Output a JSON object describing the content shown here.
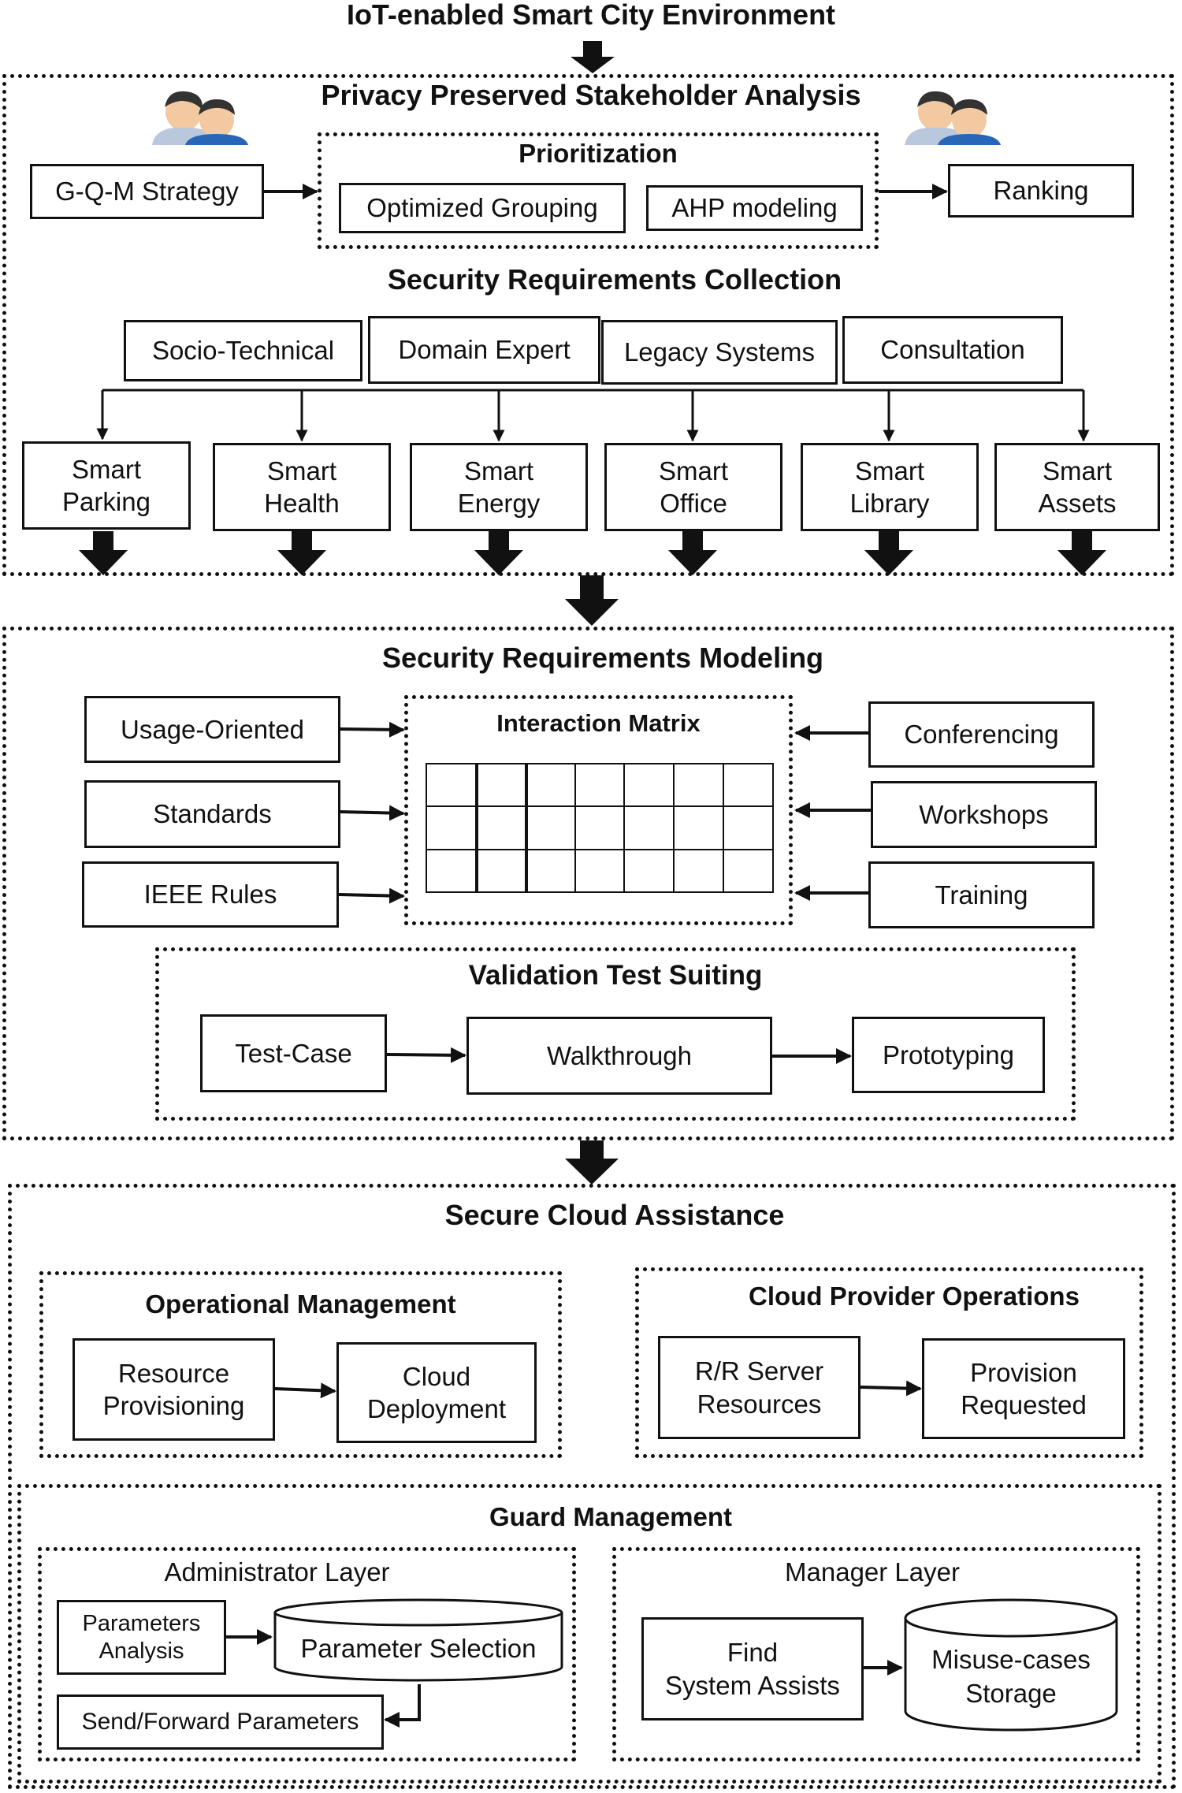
{
  "header": {
    "title": "IoT-enabled Smart City Environment"
  },
  "privacy": {
    "title": "Privacy Preserved Stakeholder Analysis",
    "strategy": "G-Q-M Strategy",
    "prioritization": {
      "title": "Prioritization",
      "items": [
        "Optimized Grouping",
        "AHP modeling"
      ]
    },
    "ranking": "Ranking",
    "collection": {
      "title": "Security Requirements Collection",
      "sources": [
        "Socio-Technical",
        "Domain Expert",
        "Legacy Systems",
        "Consultation"
      ],
      "domains": [
        {
          "line1": "Smart",
          "line2": "Parking"
        },
        {
          "line1": "Smart",
          "line2": "Health"
        },
        {
          "line1": "Smart",
          "line2": "Energy"
        },
        {
          "line1": "Smart",
          "line2": "Office"
        },
        {
          "line1": "Smart",
          "line2": "Library"
        },
        {
          "line1": "Smart",
          "line2": "Assets"
        }
      ]
    }
  },
  "modeling": {
    "title": "Security Requirements Modeling",
    "left_inputs": [
      "Usage-Oriented",
      "Standards",
      "IEEE Rules"
    ],
    "matrix": {
      "title": "Interaction Matrix",
      "rows": 3,
      "cols": 7
    },
    "right_inputs": [
      "Conferencing",
      "Workshops",
      "Training"
    ],
    "validation": {
      "title": "Validation Test Suiting",
      "steps": [
        "Test-Case",
        "Walkthrough",
        "Prototyping"
      ]
    }
  },
  "cloud": {
    "title": "Secure Cloud Assistance",
    "operational": {
      "title": "Operational Management",
      "from": {
        "line1": "Resource",
        "line2": "Provisioning"
      },
      "to": {
        "line1": "Cloud",
        "line2": "Deployment"
      }
    },
    "provider": {
      "title": "Cloud Provider Operations",
      "from": {
        "line1": "R/R Server",
        "line2": "Resources"
      },
      "to": {
        "line1": "Provision",
        "line2": "Requested"
      }
    },
    "guard": {
      "title": "Guard Management",
      "admin": {
        "title": "Administrator Layer",
        "analysis": {
          "line1": "Parameters",
          "line2": "Analysis"
        },
        "selection": "Parameter Selection",
        "forward": "Send/Forward Parameters"
      },
      "manager": {
        "title": "Manager Layer",
        "find": {
          "line1": "Find",
          "line2": "System Assists"
        },
        "storage": {
          "line1": "Misuse-cases",
          "line2": "Storage"
        }
      }
    }
  },
  "colors": {
    "ink": "#111111",
    "skin": "#f2c9a0",
    "shirt_back": "#b9c8dc",
    "shirt_front": "#2a66b8",
    "hair": "#333333"
  }
}
